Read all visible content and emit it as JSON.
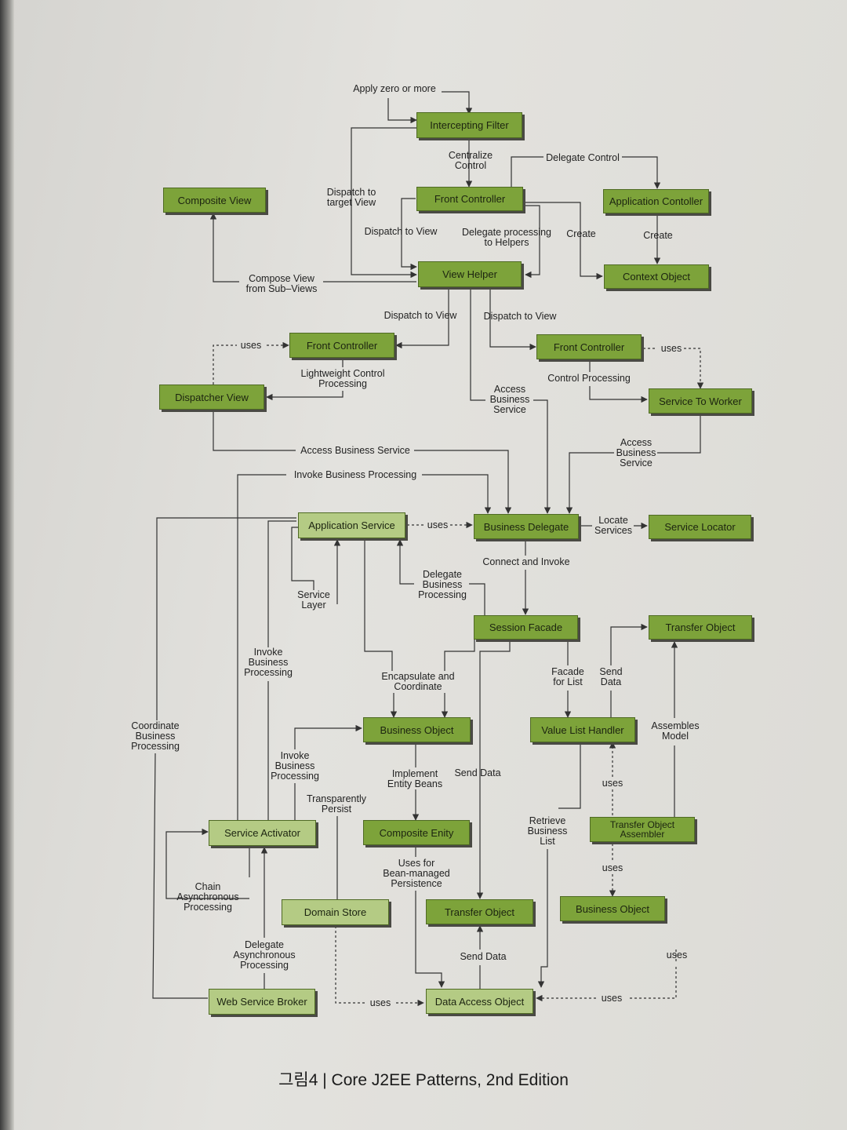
{
  "caption": "그림4 | Core J2EE Patterns, 2nd Edition",
  "colors": {
    "box_dark": "#7da33a",
    "box_light": "#b4cb84",
    "line": "#333333"
  },
  "boxes": {
    "intercepting_filter": "Intercepting Filter",
    "front_controller_top": "Front Controller",
    "composite_view": "Composite View",
    "application_controller": "Application Contoller",
    "view_helper": "View Helper",
    "context_object": "Context Object",
    "front_controller_left": "Front Controller",
    "front_controller_right": "Front Controller",
    "dispatcher_view": "Dispatcher View",
    "service_to_worker": "Service To Worker",
    "application_service": "Application Service",
    "business_delegate": "Business Delegate",
    "service_locator": "Service Locator",
    "session_facade": "Session Facade",
    "transfer_object_top": "Transfer Object",
    "business_object_mid": "Business Object",
    "value_list_handler": "Value List Handler",
    "service_activator": "Service Activator",
    "composite_entity": "Composite Enity",
    "transfer_object_assembler": "Transfer Object\nAssembler",
    "domain_store": "Domain Store",
    "transfer_object_bottom": "Transfer Object",
    "business_object_bottom": "Business Object",
    "web_service_broker": "Web Service Broker",
    "data_access_object": "Data Access Object"
  },
  "labels": {
    "apply_zero_or_more": "Apply zero or more",
    "centralize_control": "Centralize\nControl",
    "delegate_control": "Delegate Control",
    "dispatch_to_target_view": "Dispatch to\ntarget View",
    "dispatch_to_view_1": "Dispatch to View",
    "delegate_processing_to_helpers": "Delegate processing\nto Helpers",
    "create_1": "Create",
    "create_2": "Create",
    "compose_view": "Compose View\nfrom Sub–Views",
    "dispatch_to_view_2": "Dispatch to View",
    "dispatch_to_view_3": "Dispatch to View",
    "uses_1": "uses",
    "uses_2": "uses",
    "lightweight_control": "Lightweight Control\nProcessing",
    "control_processing": "Control Processing",
    "access_business_service_1": "Access\nBusiness\nService",
    "access_business_service_2": "Access Business Service",
    "access_business_service_3": "Access\nBusiness\nService",
    "invoke_business_processing_1": "Invoke Business Processing",
    "uses_3": "uses",
    "locate_services": "Locate\nServices",
    "connect_and_invoke": "Connect and Invoke",
    "delegate_business_processing": "Delegate\nBusiness\nProcessing",
    "service_layer": "Service\nLayer",
    "invoke_business_processing_2": "Invoke\nBusiness\nProcessing",
    "encapsulate_and_coordinate": "Encapsulate and\nCoordinate",
    "facade_for_list": "Facade\nfor List",
    "send_data_1": "Send\nData",
    "coordinate_business_processing": "Coordinate\nBusiness\nProcessing",
    "assembles_model": "Assembles\nModel",
    "invoke_business_processing_3": "Invoke\nBusiness\nProcessing",
    "implement_entity_beans": "Implement\nEntity Beans",
    "send_data_2": "Send Data",
    "uses_4": "uses",
    "transparently_persist": "Transparently\nPersist",
    "retrieve_business_list": "Retrieve\nBusiness\nList",
    "chain_asynchronous_processing": "Chain\nAsynchronous\nProcessing",
    "uses_for_bean_managed": "Uses for\nBean-managed\nPersistence",
    "uses_5": "uses",
    "delegate_asynchronous_processing": "Delegate\nAsynchronous\nProcessing",
    "send_data_3": "Send Data",
    "uses_6": "uses",
    "uses_7": "uses",
    "uses_8": "uses"
  }
}
